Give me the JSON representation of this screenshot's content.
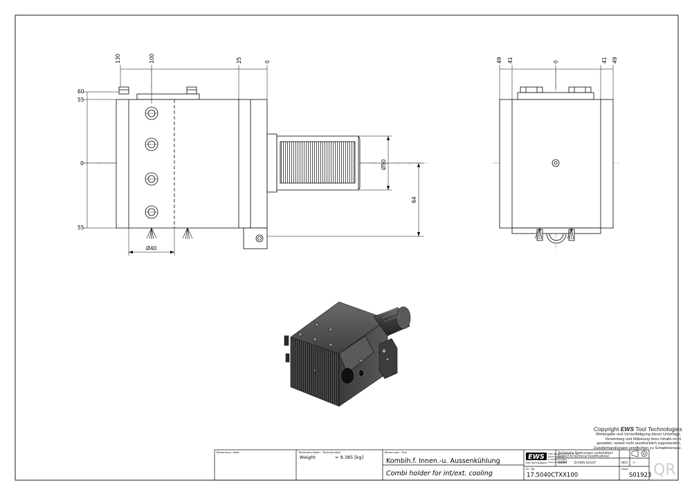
{
  "front_view": {
    "top_dims": [
      "130",
      "100",
      "25",
      "0"
    ],
    "left_dims": [
      "60",
      "55",
      "0",
      "55"
    ],
    "dia_shank": "Ø50",
    "dim_64": "64",
    "dia_bottom": "Ø40"
  },
  "side_view": {
    "top_dims": [
      "49",
      "41",
      "0",
      "41",
      "49"
    ]
  },
  "copyright": {
    "title_prefix": "Copyright ",
    "title_brand": "EWS",
    "title_suffix": " Tool Technologies",
    "lines": [
      "Weitergabe und Vervielfältigung dieser Unterlage,",
      "Verwertung und Mitteilung ihres Inhalts nicht",
      "gestattet, soweit nicht ausdrücklich zugestanden.",
      "Zuwiderhandlungen verpflichten zu Schadenersatz."
    ]
  },
  "title_block": {
    "remark_label": "Bemerkung - Note",
    "tech_label": "Technische Daten - Technical data",
    "weight_label": "Weight",
    "weight_value": "= 9.385 [kg]",
    "name_label": "Benennung - Title",
    "title_de": "Kombih.f. Innen.-u. Aussenkühlung",
    "title_en": "Combi holder for int/ext. cooling",
    "company_line1": "EWS Weigele GmbH & Co. KG",
    "company_line2": "Maybachstr. 1",
    "company_line3": "D-73084 Uhingen",
    "company_line4": "www.ews-tools.de",
    "logo_text": "EWS",
    "logo_sub": "Tool Technologies",
    "mod_de": "Technische Änderungen vorbehalten!",
    "mod_en": "Subject to technical modifications!",
    "ident_label": "IDENT",
    "ident_value": "D-EWS-02147",
    "rev_label": "REV.",
    "rev_value": "-/-",
    "no_label": "Nr - No",
    "part_number": "17.5040CTXX100",
    "draw_label": "Draw.",
    "drawing_number": "S01923",
    "qr_text": "QR"
  }
}
